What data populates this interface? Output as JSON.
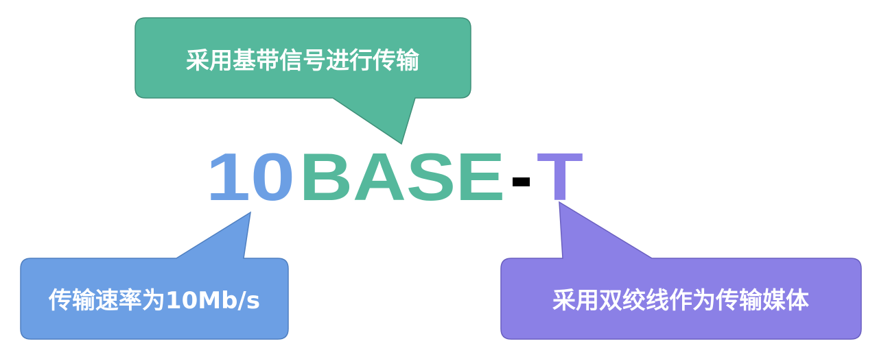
{
  "title": {
    "part_rate": "10",
    "part_base": "BASE",
    "part_dash": "-",
    "part_media": "T"
  },
  "callouts": {
    "top": "采用基带信号进行传输",
    "left": "传输速率为10Mb/s",
    "right": "采用双绞线作为传输媒体"
  },
  "colors": {
    "blue": "#6c9fe4",
    "green": "#55b89c",
    "purple": "#8b80e6",
    "dash": "#000000"
  }
}
